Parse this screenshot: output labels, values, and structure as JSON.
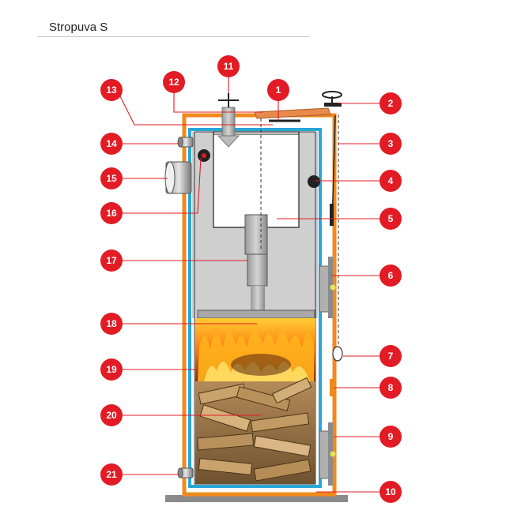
{
  "title": "Stropuva S",
  "colors": {
    "outer_jacket": "#f08a1c",
    "inner_jacket": "#2aa6d6",
    "water": "#cfcfcf",
    "steel_dark": "#555555",
    "badge": "#e21b24",
    "base": "#8a8a8a"
  },
  "callouts": [
    {
      "label": "1"
    },
    {
      "label": "2"
    },
    {
      "label": "3"
    },
    {
      "label": "4"
    },
    {
      "label": "5"
    },
    {
      "label": "6"
    },
    {
      "label": "7"
    },
    {
      "label": "8"
    },
    {
      "label": "9"
    },
    {
      "label": "10"
    },
    {
      "label": "11"
    },
    {
      "label": "12"
    },
    {
      "label": "13"
    },
    {
      "label": "14"
    },
    {
      "label": "15"
    },
    {
      "label": "16"
    },
    {
      "label": "17"
    },
    {
      "label": "18"
    },
    {
      "label": "19"
    },
    {
      "label": "20"
    },
    {
      "label": "21"
    }
  ]
}
